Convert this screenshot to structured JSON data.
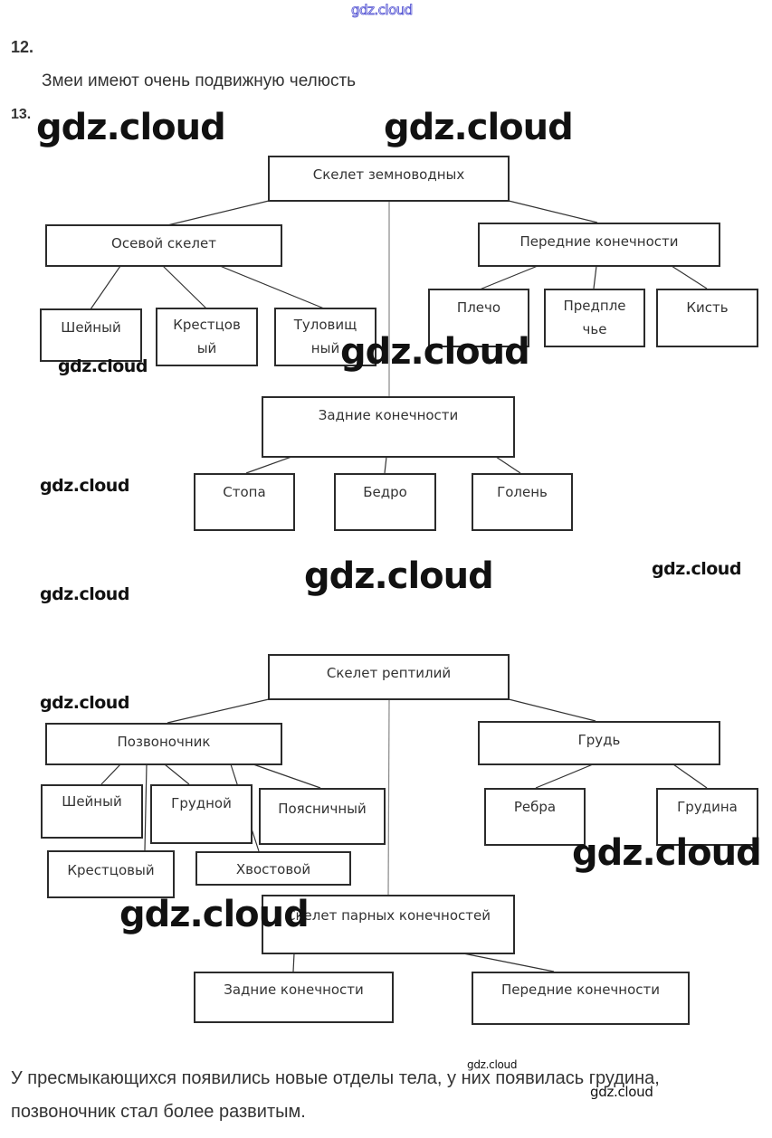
{
  "header": {
    "watermark": "gdz.cloud"
  },
  "question_12": {
    "number": "12.",
    "answer": "Змеи имеют очень подвижную челюсть"
  },
  "question_13": {
    "number": "13.",
    "amphibians": {
      "root": "Скелет земноводных",
      "axial": {
        "label": "Осевой скелет",
        "children": [
          "Шейный",
          "Крестцов ый",
          "Туловищ ный"
        ]
      },
      "front_limbs": {
        "label": "Передние конечности",
        "children": [
          "Плечо",
          "Предпле чье",
          "Кисть"
        ]
      },
      "hind_limbs": {
        "label": "Задние конечности",
        "children": [
          "Стопа",
          "Бедро",
          "Голень"
        ]
      }
    },
    "reptiles": {
      "root": "Скелет рептилий",
      "spine": {
        "label": "Позвоночник",
        "children": [
          "Шейный",
          "Грудной",
          "Поясничный",
          "Крестцовый",
          "Хвостовой"
        ]
      },
      "chest": {
        "label": "Грудь",
        "children": [
          "Ребра",
          "Грудина"
        ]
      },
      "paired_limbs": {
        "label": "Скелет парных конечностей",
        "children": [
          "Задние конечности",
          "Передние конечности"
        ]
      }
    },
    "conclusion": "У пресмыкающихся появились новые отделы тела, у них появилась грудина, позвоночник стал более развитым."
  },
  "watermarks": {
    "text": "gdz.cloud"
  },
  "colors": {
    "text": "#333333",
    "box_border": "#2b2b2b",
    "header_watermark": "#4a4ad0"
  }
}
